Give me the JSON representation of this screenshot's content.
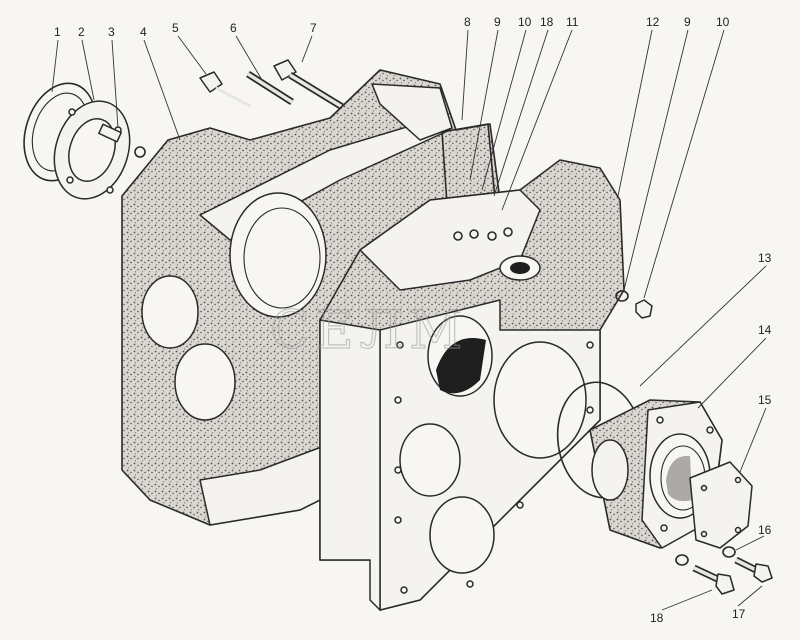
{
  "watermark": "СЕЛМ",
  "callouts": [
    {
      "id": "c1",
      "text": "1"
    },
    {
      "id": "c2",
      "text": "2"
    },
    {
      "id": "c3",
      "text": "3"
    },
    {
      "id": "c4",
      "text": "4"
    },
    {
      "id": "c5",
      "text": "5"
    },
    {
      "id": "c6",
      "text": "6"
    },
    {
      "id": "c7",
      "text": "7"
    },
    {
      "id": "c8",
      "text": "8"
    },
    {
      "id": "c9a",
      "text": "9"
    },
    {
      "id": "c10a",
      "text": "10"
    },
    {
      "id": "c18a",
      "text": "18"
    },
    {
      "id": "c11",
      "text": "11"
    },
    {
      "id": "c12",
      "text": "12"
    },
    {
      "id": "c9b",
      "text": "9"
    },
    {
      "id": "c10b",
      "text": "10"
    },
    {
      "id": "c13",
      "text": "13"
    },
    {
      "id": "c14",
      "text": "14"
    },
    {
      "id": "c15",
      "text": "15"
    },
    {
      "id": "c16",
      "text": "16"
    },
    {
      "id": "c17",
      "text": "17"
    },
    {
      "id": "c18b",
      "text": "18"
    }
  ]
}
